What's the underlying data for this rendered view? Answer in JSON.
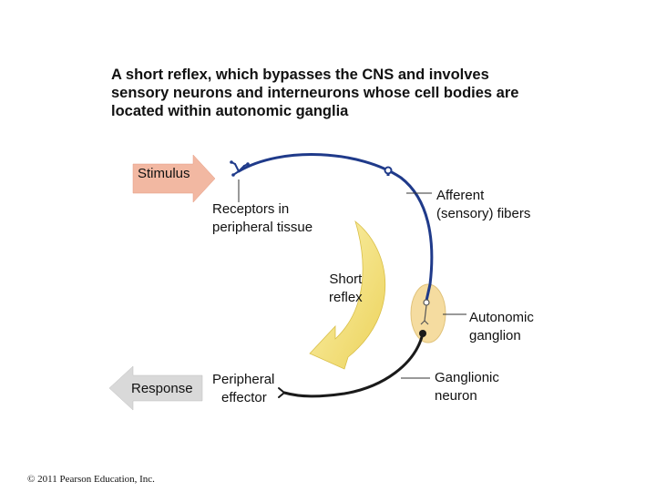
{
  "title": {
    "line1": "A short reflex, which bypasses the CNS and involves",
    "line2": "sensory neurons and interneurons whose cell bodies are",
    "line3": "located within autonomic ganglia"
  },
  "labels": {
    "stimulus": "Stimulus",
    "response": "Response",
    "receptors_line1": "Receptors in",
    "receptors_line2": "peripheral tissue",
    "afferent_line1": "Afferent",
    "afferent_line2": "(sensory) fibers",
    "short_reflex_line1": "Short",
    "short_reflex_line2": "reflex",
    "ganglion_line1": "Autonomic",
    "ganglion_line2": "ganglion",
    "effector_line1": "Peripheral",
    "effector_line2": "effector",
    "ganglionic_line1": "Ganglionic",
    "ganglionic_line2": "neuron"
  },
  "copyright": "© 2011 Pearson Education, Inc.",
  "colors": {
    "stimulus_arrow": "#f2b8a2",
    "response_arrow": "#d9d9d9",
    "afferent_fiber": "#1f3a8a",
    "ganglionic_fiber": "#1a1a1a",
    "reflex_arrow": "#f3e07a",
    "ganglion_body": "#f5dca0"
  }
}
